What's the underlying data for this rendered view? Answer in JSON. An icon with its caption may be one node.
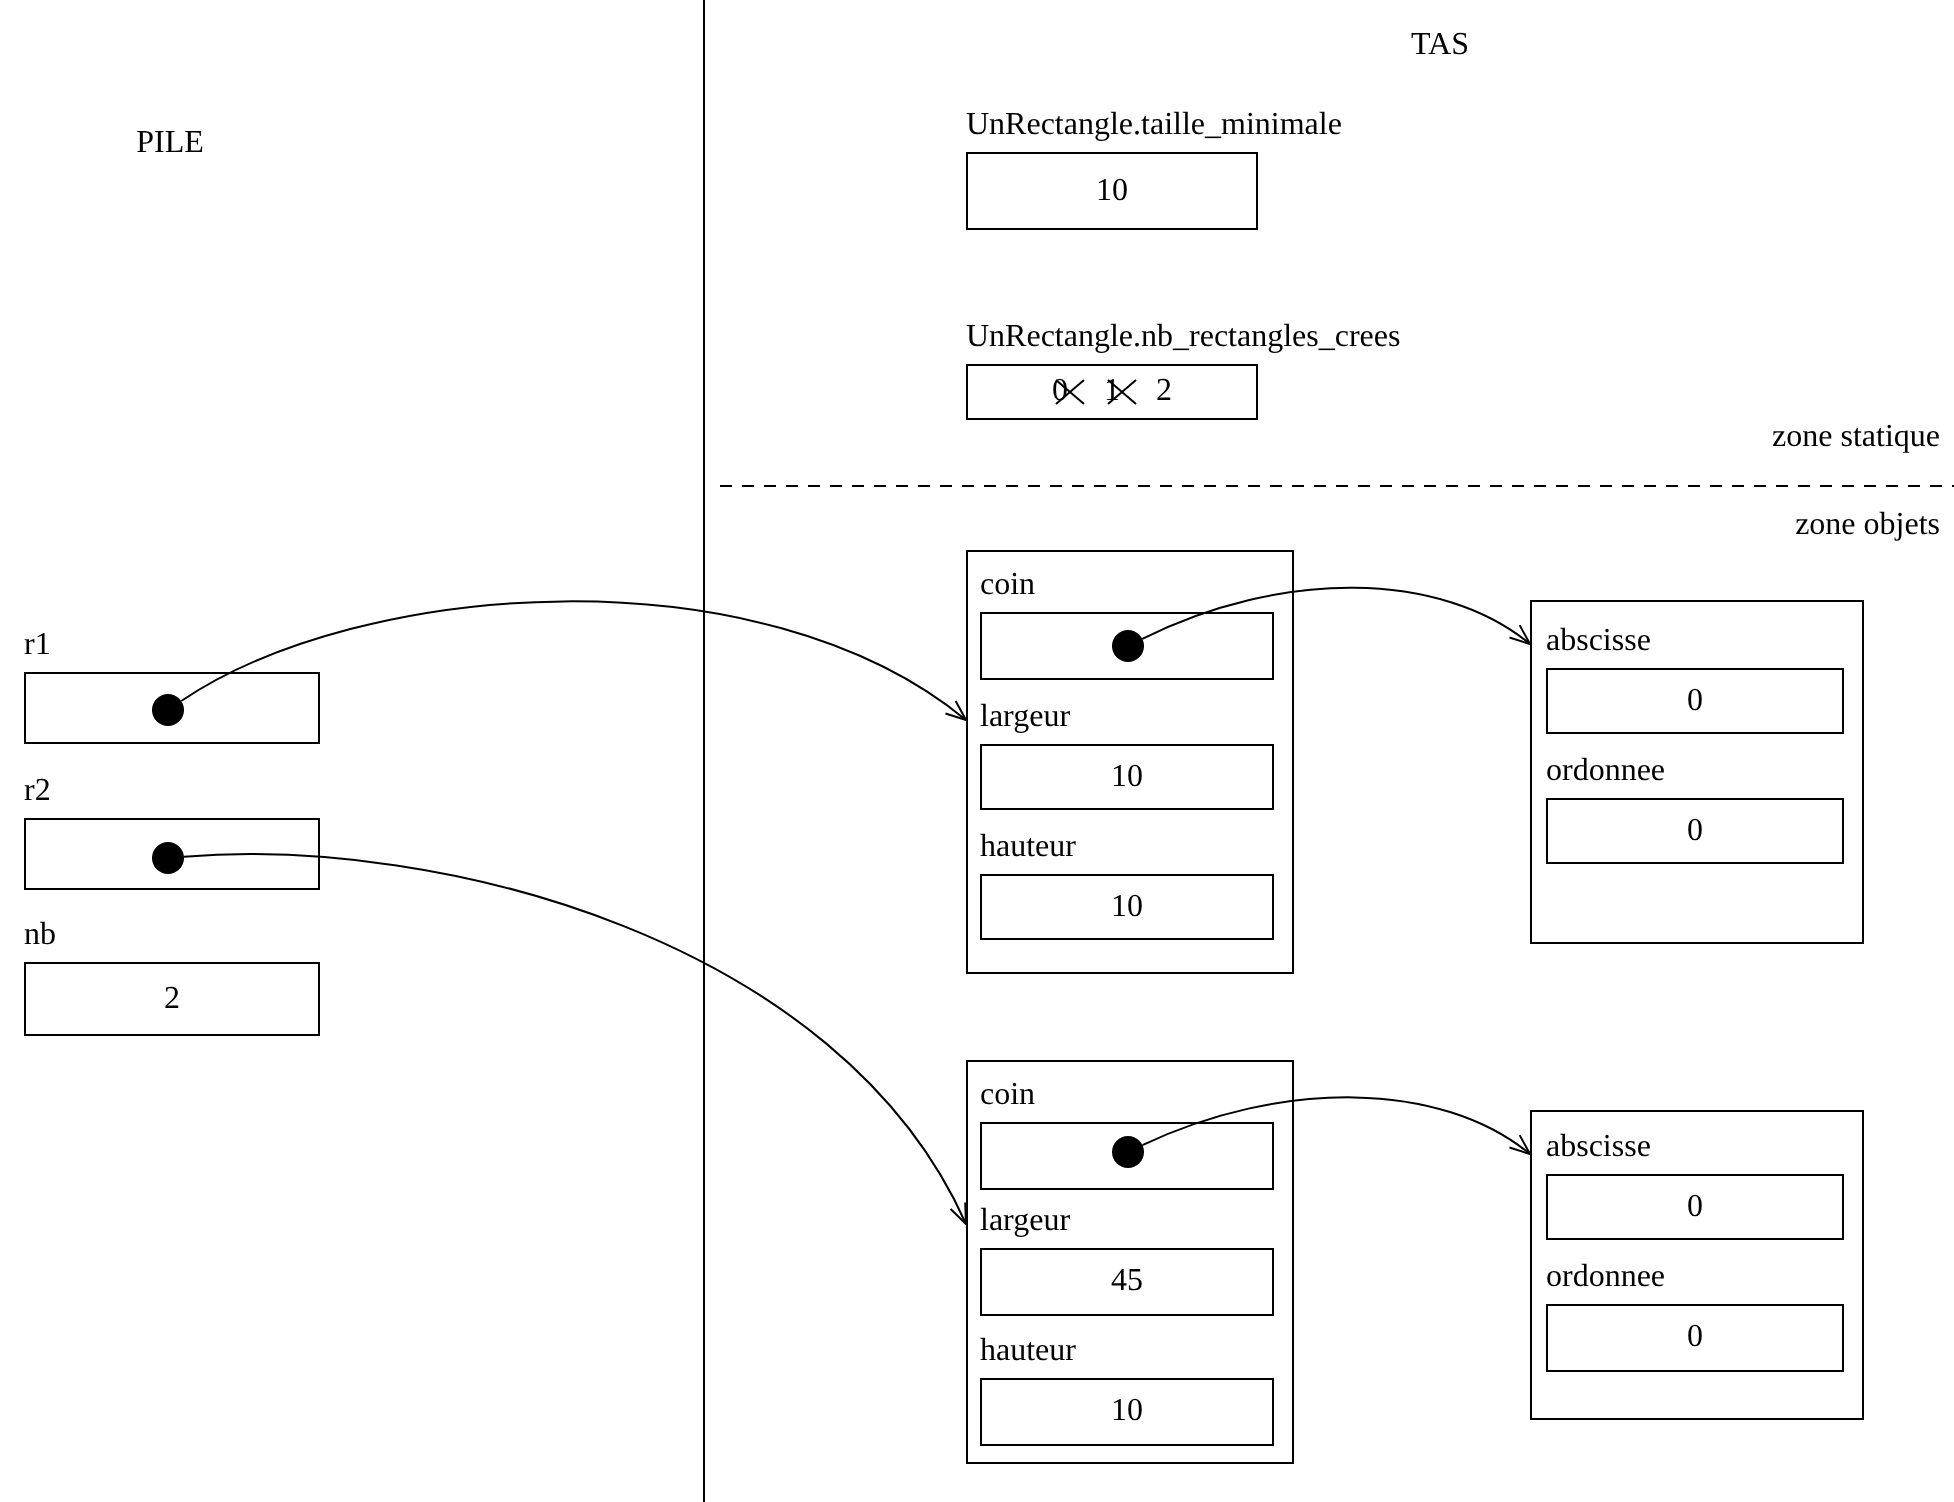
{
  "diagram": {
    "nodes": [
      {
        "text": [
          "r1"
        ]
      },
      {
        "text": [],
        "shape": "circle",
        "in": 0
      },
      {
        "text": [
          "r2"
        ]
      },
      {
        "text": [],
        "shape": "circle",
        "in": 2
      },
      {
        "text": [
          "nb",
          "2"
        ]
      },
      {
        "text": [
          "UnRectangle.taille_minimale",
          "10"
        ]
      },
      {
        "text": [
          "UnRectangle.nb_rectangles_crees",
          "0",
          "1",
          "2"
        ]
      },
      {
        "text": [],
        "shape": "box"
      },
      {
        "text": [
          "coin"
        ],
        "in": 7
      },
      {
        "text": [],
        "shape": "circle",
        "in": 8
      },
      {
        "text": [
          "largeur",
          "10"
        ],
        "in": 7
      },
      {
        "text": [
          "hauteur",
          "10"
        ],
        "in": 7
      },
      {
        "text": [],
        "shape": "box"
      },
      {
        "text": [
          "abscisse",
          "0"
        ],
        "in": 12
      },
      {
        "text": [
          "ordonnee",
          "0"
        ],
        "in": 12
      },
      {
        "text": [],
        "shape": "box"
      },
      {
        "text": [
          "coin"
        ],
        "in": 15
      },
      {
        "text": [],
        "shape": "circle",
        "in": 16
      },
      {
        "text": [
          "largeur",
          "45"
        ],
        "in": 15
      },
      {
        "text": [
          "hauteur",
          "10"
        ],
        "in": 15
      },
      {
        "text": [],
        "shape": "box"
      },
      {
        "text": [
          "abscisse",
          "0"
        ],
        "in": 20
      },
      {
        "text": [
          "ordonnee",
          "0"
        ],
        "in": 20
      }
    ],
    "edges": [
      {
        "from": 1,
        "to": 7,
        "arrow": "to"
      },
      {
        "from": 3,
        "to": 15,
        "arrow": "to"
      },
      {
        "from": 9,
        "to": 12,
        "arrow": "to"
      },
      {
        "from": 17,
        "to": 20,
        "arrow": "to"
      }
    ],
    "labels": [
      "PILE",
      "TAS",
      "zone statique",
      "zone objets"
    ]
  }
}
